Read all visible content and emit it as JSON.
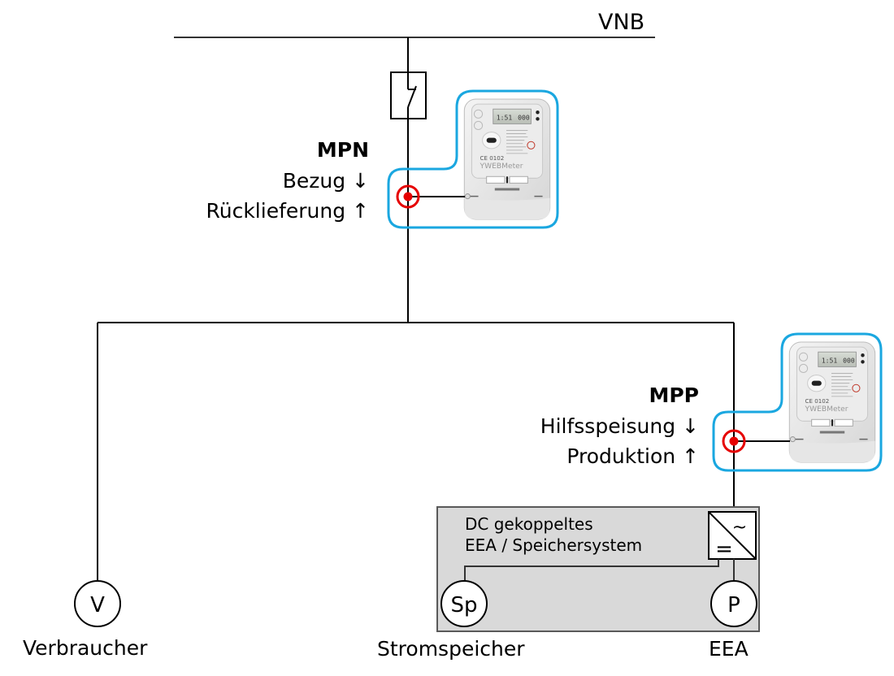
{
  "grid": {
    "label": "VNB"
  },
  "meters": [
    {
      "id": "MPN",
      "title": "MPN",
      "line1": "Bezug ↓",
      "line2": "Rücklieferung ↑"
    },
    {
      "id": "MPP",
      "title": "MPP",
      "line1": "Hilfsspeisung ↓",
      "line2": "Produktion ↑"
    }
  ],
  "system_box": {
    "line1": "DC gekoppeltes",
    "line2": "EEA / Speichersystem"
  },
  "inverter": {
    "ac_symbol": "~",
    "dc_symbol": "="
  },
  "nodes": [
    {
      "symbol": "V",
      "label": "Verbraucher"
    },
    {
      "symbol": "Sp",
      "label": "Stromspeicher"
    },
    {
      "symbol": "P",
      "label": "EEA"
    }
  ],
  "colors": {
    "line": "#000000",
    "meter_outline": "#1aa7e0",
    "measurement_point": "#e60000",
    "box_fill": "#d9d9d9",
    "box_border": "#595959"
  }
}
